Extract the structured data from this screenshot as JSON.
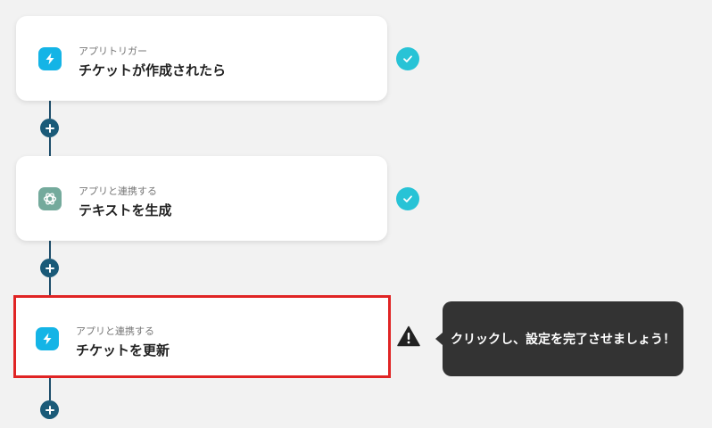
{
  "steps": [
    {
      "kind": "trigger",
      "subtitle": "アプリトリガー",
      "title": "チケットが作成されたら",
      "icon": "zendesk-lightning-icon",
      "status": "completed"
    },
    {
      "kind": "action",
      "subtitle": "アプリと連携する",
      "title": "テキストを生成",
      "icon": "openai-icon",
      "status": "completed"
    },
    {
      "kind": "action",
      "subtitle": "アプリと連携する",
      "title": "チケットを更新",
      "icon": "zendesk-lightning-icon",
      "status": "incomplete"
    }
  ],
  "tooltip": {
    "text": "クリックし、設定を完了させましょう！"
  },
  "colors": {
    "connector": "#1e4e6b",
    "add_button": "#1a5a78",
    "check": "#28c3d6",
    "highlight_border": "#e02424",
    "tooltip_bg": "#333333",
    "zendesk": "#14b4e6",
    "openai": "#74aa9c"
  }
}
